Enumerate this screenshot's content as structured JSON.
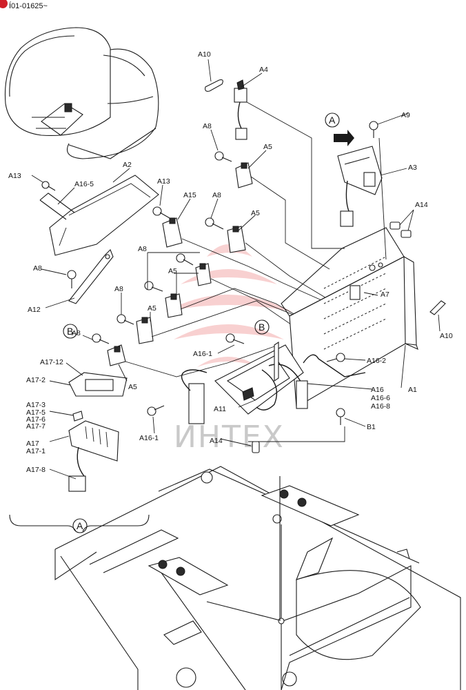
{
  "header": {
    "code": "Í01-01625~"
  },
  "watermark": "ИНТЕХ",
  "detail_markers": {
    "a": "A",
    "b": "B"
  },
  "labels": {
    "A1": "A1",
    "A2": "A2",
    "A3": "A3",
    "A4": "A4",
    "A5": "A5",
    "A7": "A7",
    "A8": "A8",
    "A9": "A9",
    "A10": "A10",
    "A11": "A11",
    "A12": "A12",
    "A13": "A13",
    "A14": "A14",
    "A15": "A15",
    "A16": "A16",
    "A16_1": "A16-1",
    "A16_2": "A16-2",
    "A16_5": "A16-5",
    "A16_6": "A16-6",
    "A16_8": "A16-8",
    "A17": "A17",
    "A17_1": "A17-1",
    "A17_2": "A17-2",
    "A17_3": "A17-3",
    "A17_5": "A17-5",
    "A17_6": "A17-6",
    "A17_7": "A17-7",
    "A17_8": "A17-8",
    "A17_12": "A17-12",
    "B1": "B1"
  }
}
